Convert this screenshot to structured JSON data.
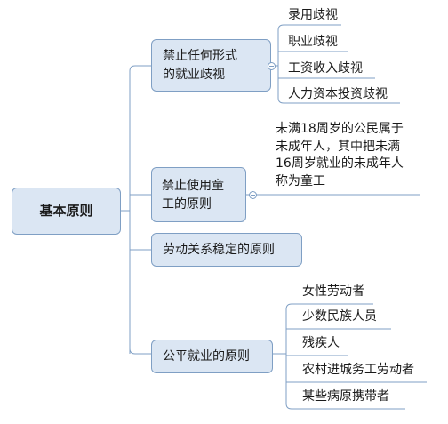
{
  "root": {
    "label": "基本原则"
  },
  "branches": [
    {
      "lines": [
        "禁止任何形式",
        "的就业歧视"
      ],
      "children": [
        "录用歧视",
        "职业歧视",
        "工资收入歧视",
        "人力资本投资歧视"
      ]
    },
    {
      "lines": [
        "禁止使用童",
        "工的原则"
      ],
      "note": [
        "未满18周岁的公民属于",
        "未成年人，其中把未满",
        "16周岁就业的未成年人",
        "称为童工"
      ]
    },
    {
      "lines": [
        "劳动关系稳定的原则"
      ]
    },
    {
      "lines": [
        "公平就业的原则"
      ],
      "children": [
        "女性劳动者",
        "少数民族人员",
        "残疾人",
        "农村进城务工劳动者",
        "某些病原携带者"
      ]
    }
  ],
  "colors": {
    "node_fill": "#dbe6f3",
    "node_border": "#7f9fc4",
    "connector": "#7f9fc4"
  }
}
